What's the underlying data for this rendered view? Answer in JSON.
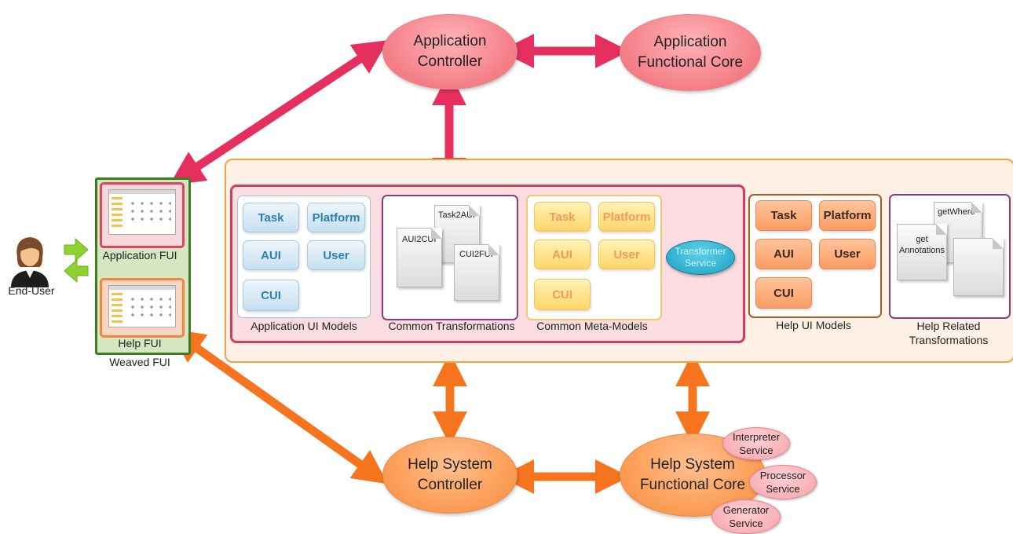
{
  "actors": {
    "end_user": "End-User"
  },
  "application": {
    "controller": "Application\nController",
    "functional_core": "Application\nFunctional Core"
  },
  "help_system": {
    "controller": "Help System\nController",
    "functional_core": "Help System\nFunctional Core",
    "services": {
      "interpreter": "Interpreter\nService",
      "processor": "Processor\nService",
      "generator": "Generator\nService"
    }
  },
  "fui": {
    "application": "Application FUI",
    "help": "Help FUI",
    "weaved": "Weaved FUI"
  },
  "models": {
    "application_ui": {
      "caption": "Application UI Models",
      "tiles": [
        "Task",
        "Platform",
        "AUI",
        "User",
        "CUI"
      ]
    },
    "common_transformations": {
      "caption": "Common Transformations",
      "docs": [
        "Task2AUI",
        "AUI2CUI",
        "CUI2FUI"
      ]
    },
    "common_meta": {
      "caption": "Common Meta-Models",
      "tiles": [
        "Task",
        "Platform",
        "AUI",
        "User",
        "CUI"
      ]
    },
    "transformer_service": "Transformer\nService",
    "help_ui": {
      "caption": "Help UI Models",
      "tiles": [
        "Task",
        "Platform",
        "AUI",
        "User",
        "CUI"
      ]
    },
    "help_transformations": {
      "caption": "Help Related\nTransformations",
      "docs": [
        "getWhere",
        "get\nAnnotations"
      ]
    }
  },
  "colors": {
    "application_arrow": "#e5305f",
    "help_arrow": "#f7741f",
    "user_arrow": "#8fd12e"
  }
}
